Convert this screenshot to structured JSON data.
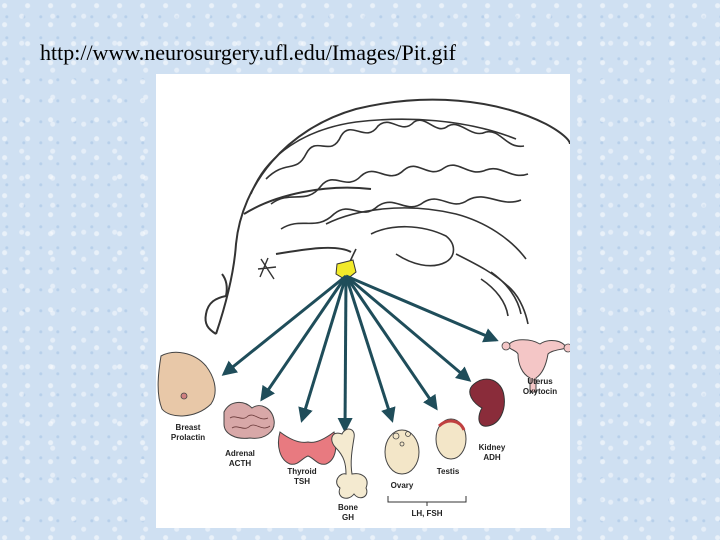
{
  "slide": {
    "url": "http://www.neurosurgery.ufl.edu/Images/Pit.gif"
  },
  "diagram": {
    "targets": [
      {
        "organ": "Breast",
        "hormone": "Prolactin"
      },
      {
        "organ": "Adrenal",
        "hormone": "ACTH"
      },
      {
        "organ": "Thyroid",
        "hormone": "TSH"
      },
      {
        "organ": "Bone",
        "hormone": "GH"
      },
      {
        "organ": "Ovary",
        "hormone": ""
      },
      {
        "organ": "Testis",
        "hormone": ""
      },
      {
        "organ": "Kidney",
        "hormone": "ADH"
      },
      {
        "organ": "Uterus",
        "hormone": "Oxytocin"
      }
    ],
    "gonad_hormones": "LH, FSH",
    "colors": {
      "arrow": "#1f4d5a",
      "pituitary": "#f2ea2a",
      "outline": "#333333"
    }
  }
}
